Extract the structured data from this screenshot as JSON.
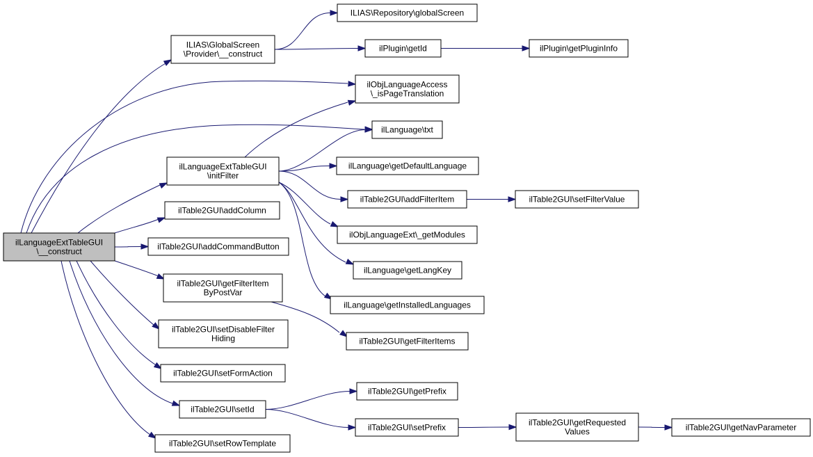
{
  "diagram": {
    "nodes": [
      {
        "id": "root",
        "lines": [
          "ilLanguageExtTableGUI",
          "\\__construct"
        ],
        "highlight": true
      },
      {
        "id": "provider",
        "lines": [
          "ILIAS\\GlobalScreen",
          "\\Provider\\__construct"
        ]
      },
      {
        "id": "repo",
        "lines": [
          "ILIAS\\Repository\\globalScreen"
        ]
      },
      {
        "id": "getid",
        "lines": [
          "ilPlugin\\getId"
        ]
      },
      {
        "id": "plugininfo",
        "lines": [
          "ilPlugin\\getPluginInfo"
        ]
      },
      {
        "id": "ispage",
        "lines": [
          "ilObjLanguageAccess",
          "\\_isPageTranslation"
        ]
      },
      {
        "id": "txt",
        "lines": [
          "ilLanguage\\txt"
        ]
      },
      {
        "id": "initfilter",
        "lines": [
          "ilLanguageExtTableGUI",
          "\\initFilter"
        ]
      },
      {
        "id": "defaultlang",
        "lines": [
          "ilLanguage\\getDefaultLanguage"
        ]
      },
      {
        "id": "addfilteritem",
        "lines": [
          "ilTable2GUI\\addFilterItem"
        ]
      },
      {
        "id": "setfiltervalue",
        "lines": [
          "ilTable2GUI\\setFilterValue"
        ]
      },
      {
        "id": "addcolumn",
        "lines": [
          "ilTable2GUI\\addColumn"
        ]
      },
      {
        "id": "getmodules",
        "lines": [
          "ilObjLanguageExt\\_getModules"
        ]
      },
      {
        "id": "addcommand",
        "lines": [
          "ilTable2GUI\\addCommandButton"
        ]
      },
      {
        "id": "getlangkey",
        "lines": [
          "ilLanguage\\getLangKey"
        ]
      },
      {
        "id": "getfilteritem",
        "lines": [
          "ilTable2GUI\\getFilterItem",
          "ByPostVar"
        ]
      },
      {
        "id": "installed",
        "lines": [
          "ilLanguage\\getInstalledLanguages"
        ]
      },
      {
        "id": "disablefilter",
        "lines": [
          "ilTable2GUI\\setDisableFilter",
          "Hiding"
        ]
      },
      {
        "id": "getfilteritems",
        "lines": [
          "ilTable2GUI\\getFilterItems"
        ]
      },
      {
        "id": "formaction",
        "lines": [
          "ilTable2GUI\\setFormAction"
        ]
      },
      {
        "id": "getprefix",
        "lines": [
          "ilTable2GUI\\getPrefix"
        ]
      },
      {
        "id": "setid",
        "lines": [
          "ilTable2GUI\\setId"
        ]
      },
      {
        "id": "setprefix",
        "lines": [
          "ilTable2GUI\\setPrefix"
        ]
      },
      {
        "id": "requested",
        "lines": [
          "ilTable2GUI\\getRequested",
          "Values"
        ]
      },
      {
        "id": "navparam",
        "lines": [
          "ilTable2GUI\\getNavParameter"
        ]
      },
      {
        "id": "rowtemplate",
        "lines": [
          "ilTable2GUI\\setRowTemplate"
        ]
      }
    ],
    "edges": [
      [
        "root",
        "provider"
      ],
      [
        "root",
        "ispage"
      ],
      [
        "root",
        "txt"
      ],
      [
        "root",
        "initfilter"
      ],
      [
        "root",
        "addcolumn"
      ],
      [
        "root",
        "addcommand"
      ],
      [
        "root",
        "getfilteritem"
      ],
      [
        "root",
        "disablefilter"
      ],
      [
        "root",
        "formaction"
      ],
      [
        "root",
        "setid"
      ],
      [
        "root",
        "rowtemplate"
      ],
      [
        "provider",
        "repo"
      ],
      [
        "provider",
        "getid"
      ],
      [
        "getid",
        "plugininfo"
      ],
      [
        "initfilter",
        "ispage"
      ],
      [
        "initfilter",
        "txt"
      ],
      [
        "initfilter",
        "defaultlang"
      ],
      [
        "initfilter",
        "addfilteritem"
      ],
      [
        "initfilter",
        "getmodules"
      ],
      [
        "initfilter",
        "getlangkey"
      ],
      [
        "initfilter",
        "installed"
      ],
      [
        "addfilteritem",
        "setfiltervalue"
      ],
      [
        "getfilteritem",
        "getfilteritems"
      ],
      [
        "setid",
        "getprefix"
      ],
      [
        "setid",
        "setprefix"
      ],
      [
        "setprefix",
        "requested"
      ],
      [
        "requested",
        "navparam"
      ]
    ]
  }
}
